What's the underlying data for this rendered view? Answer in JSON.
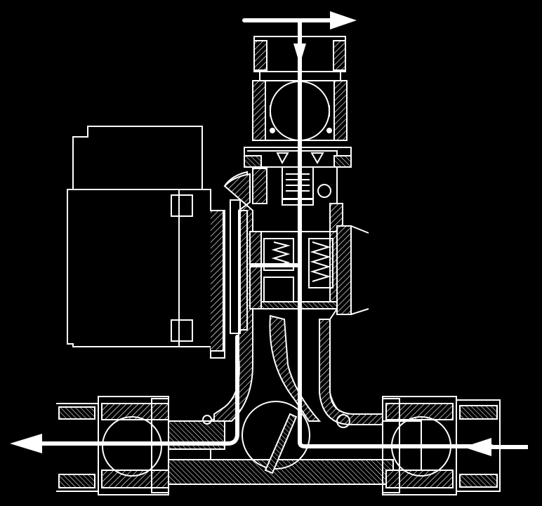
{
  "diagram": {
    "colors": {
      "background": "#000000",
      "linework": "#ffffff",
      "flow_path": "#ffffff"
    },
    "components": [
      {
        "id": "motor",
        "icon": "pump-motor-icon"
      },
      {
        "id": "top-outlet-fitting",
        "icon": "threaded-fitting-icon"
      },
      {
        "id": "top-ball-valve",
        "icon": "ball-valve-icon"
      },
      {
        "id": "check-valve-insert",
        "icon": "check-valve-icon"
      },
      {
        "id": "spring-valve-assembly",
        "icon": "spring-valve-icon"
      },
      {
        "id": "pump-housing-tee",
        "icon": "pump-housing-icon"
      },
      {
        "id": "mixing-ball-valve",
        "icon": "ball-valve-icon"
      },
      {
        "id": "left-outlet-ball-valve",
        "icon": "ball-valve-icon"
      },
      {
        "id": "right-inlet-ball-valve",
        "icon": "ball-valve-icon"
      }
    ],
    "flows": [
      {
        "id": "top-inlet",
        "direction": "down",
        "icon": "arrow-down-icon"
      },
      {
        "id": "top-outlet",
        "direction": "right",
        "icon": "arrow-right-icon"
      },
      {
        "id": "bottom-outlet",
        "direction": "left",
        "icon": "arrow-left-icon"
      },
      {
        "id": "bottom-inlet",
        "direction": "left",
        "icon": "arrow-left-icon"
      }
    ]
  }
}
